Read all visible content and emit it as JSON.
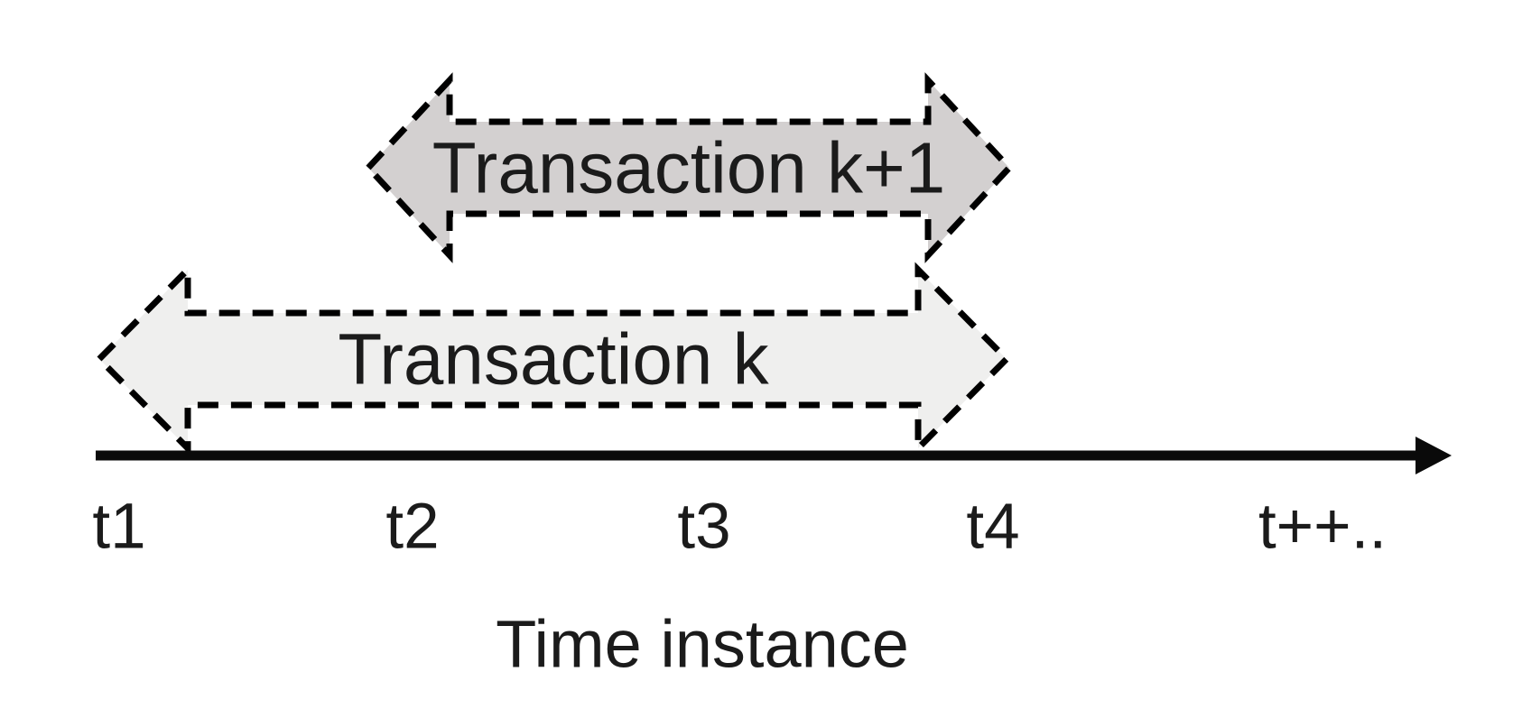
{
  "figure": {
    "title": "Time instance",
    "colors": {
      "background": "#ffffff",
      "dash_stroke": "#000000",
      "text": "#1b1b1b",
      "axis": "#0a0a0a",
      "transaction_k1_fill": "#d3d0d0",
      "transaction_k_fill": "#efefee"
    },
    "arrows": [
      {
        "label": "Transaction k+1",
        "fill": "#d3d0d0"
      },
      {
        "label": "Transaction k",
        "fill": "#efefee"
      }
    ],
    "axis": {
      "title": "Time instance",
      "ticks": [
        "t1",
        "t2",
        "t3",
        "t4",
        "t++.."
      ]
    }
  }
}
